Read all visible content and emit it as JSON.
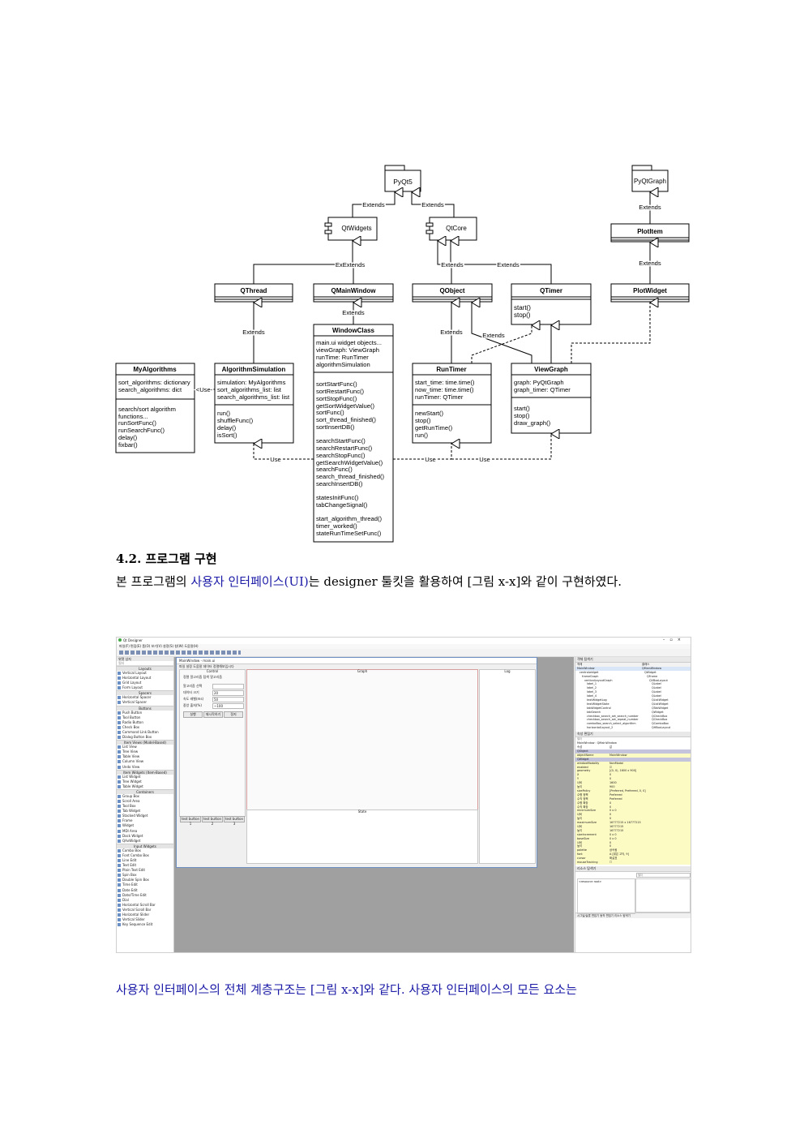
{
  "uml": {
    "packages": [
      "PyQt5",
      "PyQtGraph"
    ],
    "components": [
      "QtWidgets",
      "QtCore"
    ],
    "classes": {
      "plotitem": "PlotItem",
      "qthread": "QThread",
      "qmainwindow": "QMainWindow",
      "qobject": "QObject",
      "qtimer": "QTimer",
      "plotwidget": "PlotWidget",
      "qtimer_methods": [
        "start()",
        "stop()"
      ],
      "windowclass": "WindowClass",
      "windowclass_attrs": [
        "main.ui widget objects...",
        "viewGraph: ViewGraph",
        "runTime: RunTimer",
        "algorithmSimulation"
      ],
      "windowclass_methods": [
        "sortStartFunc()",
        "sortRestartFunc()",
        "sortStopFunc()",
        "getSortWidgetValue()",
        "sortFunc()",
        "sort_thread_finished()",
        "sortInsertDB()",
        "",
        "searchStartFunc()",
        "searchRestartFunc()",
        "searchStopFunc()",
        "getSearchWidgetValue()",
        "searchFunc()",
        "search_thread_finished()",
        "searchInsertDB()",
        "",
        "statesInitFunc()",
        "tabChangeSignal()",
        "",
        "start_algorithm_thread()",
        "timer_worked()",
        "stateRunTimeSetFunc()"
      ],
      "myalgorithms": "MyAlgorithms",
      "myalgorithms_attrs": [
        "sort_algorithms: dictionary",
        "search_algorithms: dict"
      ],
      "myalgorithms_methods": [
        "search/sort algorithm",
        "functions...",
        "runSortFunc()",
        "runSearchFunc()",
        "delay()",
        "fixbar()"
      ],
      "algosim": "AlgorithmSimulation",
      "algosim_attrs": [
        "simulation: MyAlgorithms",
        "sort_algorithms_list: list",
        "search_algorithms_list: list"
      ],
      "algosim_methods": [
        "run()",
        "shuffleFunc()",
        "delay()",
        "isSort()"
      ],
      "runtimer": "RunTimer",
      "runtimer_attrs": [
        "start_time: time.time()",
        "now_time: time.time()",
        "runTimer: QTimer"
      ],
      "runtimer_methods": [
        "newStart()",
        "stop()",
        "getRunTime()",
        "run()"
      ],
      "viewgraph": "ViewGraph",
      "viewgraph_attrs": [
        "graph: PyQtGraph",
        "graph_timer: QTimer"
      ],
      "viewgraph_methods": [
        "start()",
        "stop()",
        "draw_graph()"
      ]
    },
    "labels": {
      "extends": "Extends",
      "extends_joined": "ExExtends",
      "use": "Use",
      "use_arrow": "<Use-"
    }
  },
  "section": {
    "title": "4.2. 프로그램 구현",
    "para1_pre": " 본 프로그램의 ",
    "para1_hl": "사용자 인터페이스(UI)",
    "para1_post": "는 designer 툴킷을 활용하여 [그림 x-x]와 같이 구현하였다.",
    "para2": "  사용자 인터페이스의 전체 계층구조는 [그림 x-x]와 같다. 사용자 인터페이스의 모든 요소는"
  },
  "designer": {
    "app_title": "Qt Designer",
    "menu": "파일(F)  편집(E)  폼(O)  보기(V)  설정(S)  창(W)  도움말(H)",
    "widget_box_title": "위젯 상자",
    "filter": "필터",
    "categories": [
      "Layouts",
      "Spacers",
      "Buttons",
      "Item Views (Model-Based)",
      "Item Widgets (Item-Based)",
      "Containers",
      "Input Widgets"
    ],
    "layouts": [
      "Vertical Layout",
      "Horizontal Layout",
      "Grid Layout",
      "Form Layout"
    ],
    "spacers": [
      "Horizontal Spacer",
      "Vertical Spacer"
    ],
    "buttons": [
      "Push Button",
      "Tool Button",
      "Radio Button",
      "Check Box",
      "Command Link Button",
      "Dialog Button Box"
    ],
    "item_views": [
      "List View",
      "Tree View",
      "Table View",
      "Column View",
      "Undo View"
    ],
    "item_widgets": [
      "List Widget",
      "Tree Widget",
      "Table Widget"
    ],
    "containers": [
      "Group Box",
      "Scroll Area",
      "Tool Box",
      "Tab Widget",
      "Stacked Widget",
      "Frame",
      "Widget",
      "MDI Area",
      "Dock Widget",
      "QAxWidget"
    ],
    "inputs": [
      "Combo Box",
      "Font Combo Box",
      "Line Edit",
      "Text Edit",
      "Plain Text Edit",
      "Spin Box",
      "Double Spin Box",
      "Time Edit",
      "Date Edit",
      "Date/Time Edit",
      "Dial",
      "Horizontal Scroll Bar",
      "Vertical Scroll Bar",
      "Horizontal Slider",
      "Vertical Slider",
      "Key Sequence Edit"
    ],
    "form_title": "MainWindow - main.ui",
    "form_tabs": "파일  설정  도움말  데이터 정렬해보입시다",
    "control_label": "Control",
    "graph_label": "Graph",
    "log_label": "Log",
    "state_label": "State",
    "control_tabs": "정렬 알고리즘   탐색 알고리즘",
    "control_rows": [
      {
        "label": "알고리즘 선택",
        "value": ""
      },
      {
        "label": "데이터 크기",
        "value": "20"
      },
      {
        "label": "속도 레벨(ms)",
        "value": "50"
      },
      {
        "label": "중앙 출처(%)",
        "value": "~100"
      }
    ],
    "control_buttons": [
      "실행",
      "재시작하기",
      "정지"
    ],
    "test_buttons": [
      "test button 1",
      "test button 2",
      "test button 3"
    ],
    "object_inspector_title": "객체 탐색기",
    "object_header": [
      "객체",
      "클래스"
    ],
    "objects": [
      [
        "MainWindow",
        "QMainWindow"
      ],
      [
        "centralwidget",
        "QWidget"
      ],
      [
        "frameGraph",
        "QFrame"
      ],
      [
        "verticalLayoutGraph",
        "QVBoxLayout"
      ],
      [
        "label_1",
        "QLabel"
      ],
      [
        "label_2",
        "QLabel"
      ],
      [
        "label_3",
        "QLabel"
      ],
      [
        "label_4",
        "QLabel"
      ],
      [
        "textWidgetLog",
        "QListWidget"
      ],
      [
        "textWidgetState",
        "QListWidget"
      ],
      [
        "tabWidgetControl",
        "QTabWidget"
      ],
      [
        "tabSearch",
        "QWidget"
      ],
      [
        "checkbox_search_set_search_number",
        "QCheckBox"
      ],
      [
        "checkbox_search_set_repeat_number",
        "QCheckBox"
      ],
      [
        "comboBox_search_select_algorithm",
        "QComboBox"
      ],
      [
        "horizontalLayout_2",
        "QHBoxLayout"
      ]
    ],
    "property_editor_title": "속성 편집기",
    "property_subtitle": "MainWindow : QMainWindow",
    "properties": [
      [
        "속성",
        "값"
      ],
      [
        "QObject",
        ""
      ],
      [
        "objectName",
        "MainWindow"
      ],
      [
        "QWidget",
        ""
      ],
      [
        "windowModality",
        "NonModal"
      ],
      [
        "enabled",
        "☑"
      ],
      [
        "geometry",
        "[(0, 0), 1600 x 900]"
      ],
      [
        "X",
        "0"
      ],
      [
        "Y",
        "0"
      ],
      [
        "너비",
        "1600"
      ],
      [
        "높이",
        "900"
      ],
      [
        "sizePolicy",
        "[Preferred, Preferred, 0, 0]"
      ],
      [
        "수평 정책",
        "Preferred"
      ],
      [
        "수직 정책",
        "Preferred"
      ],
      [
        "수평 확장",
        "0"
      ],
      [
        "수직 확장",
        "0"
      ],
      [
        "minimumSize",
        "0 x 0"
      ],
      [
        "너비",
        "0"
      ],
      [
        "높이",
        "0"
      ],
      [
        "maximumSize",
        "16777215 x 16777215"
      ],
      [
        "너비",
        "16777215"
      ],
      [
        "높이",
        "16777215"
      ],
      [
        "sizeIncrement",
        "0 x 0"
      ],
      [
        "baseSize",
        "0 x 0"
      ],
      [
        "너비",
        "0"
      ],
      [
        "높이",
        "0"
      ],
      [
        "palette",
        "상속됨"
      ],
      [
        "font",
        "A [맑은 고딕, 9]"
      ],
      [
        "cursor",
        "화살표"
      ],
      [
        "mouseTracking",
        "☐"
      ]
    ],
    "resource_title": "리소스 탐색기",
    "resource_filter": "필터",
    "resource_root": "<resource root>",
    "bottom_tabs": "시그널/슬롯 편집기   동작 편집기   리소스 탐색기"
  },
  "colors": {
    "highlight_text": "#1a1aa6",
    "uml_line": "#000000"
  }
}
